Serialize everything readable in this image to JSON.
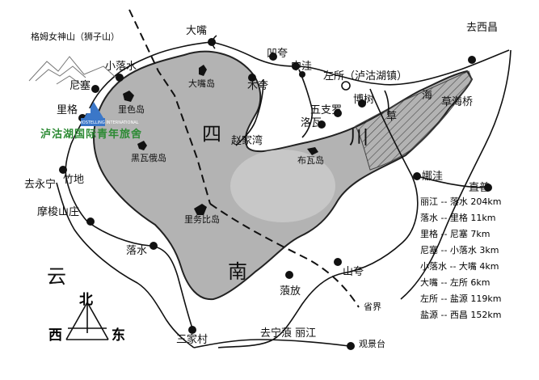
{
  "map": {
    "places": {
      "mountain": "格姆女神山（狮子山）",
      "dazui": "大嘴",
      "xiaoluoshui": "小落水",
      "aowa": "凹夸",
      "zhongwa": "中洼",
      "qu_xichang": "去西昌",
      "nise": "尼塞",
      "dazui_island": "大嘴岛",
      "muwa": "木夸",
      "zuosuo": "左所（泸沽湖镇）",
      "lige": "里格",
      "lise_island": "里色岛",
      "wuzhiluo": "五支罗",
      "boshu": "博树",
      "caohaiqiao": "草海桥",
      "zhaojiawan": "赵家湾",
      "luowa": "洛瓦",
      "hostel": "泸沽湖国际青年旅舍",
      "heiwae_island": "黑瓦俄岛",
      "buwa_island": "布瓦岛",
      "qu_yongning": "去永宁",
      "zhudi": "竹地",
      "nuowa": "娜洼",
      "zhipu": "直普",
      "mosuo": "摩梭山庄",
      "liwubi_island": "里务比岛",
      "luoshui": "落水",
      "shanwa": "山夸",
      "zhuanfang": "蒗放",
      "sanjiacun": "三家村",
      "qu_ninglang": "去宁蒗 丽江",
      "guanjingtai": "观景台",
      "shengjie": "省界"
    },
    "regions": {
      "si": "四",
      "chuan": "川",
      "yun": "云",
      "nan": "南",
      "cao": "草",
      "hai": "海"
    },
    "hostel_logo_text": "HOSTELLING INTERNATIONAL",
    "compass": {
      "north": "北",
      "west": "西",
      "east": "东"
    },
    "distances": [
      "丽江 -- 落水 204km",
      "落水 -- 里格 11km",
      "里格 -- 尼塞 7km",
      "尼塞 -- 小落水 3km",
      "小落水 -- 大嘴 4km",
      "大嘴 -- 左所 6km",
      "左所 -- 盐源 119km",
      "盐源 -- 西昌 152km"
    ],
    "colors": {
      "lake": "#b3b3b3",
      "hostel_green": "#2c8a33",
      "hostel_blue": "#3b77c8"
    }
  }
}
